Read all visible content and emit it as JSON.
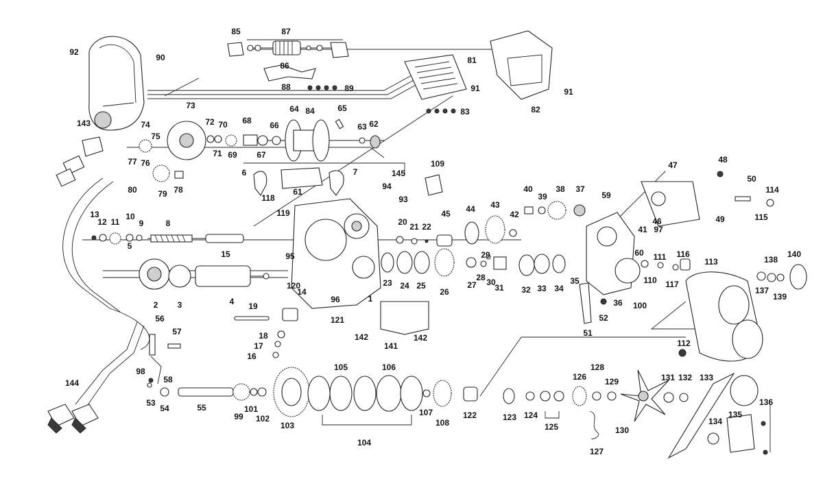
{
  "diagram": {
    "callouts": [
      {
        "id": "c1",
        "text": "1"
      },
      {
        "id": "c2",
        "text": "2"
      },
      {
        "id": "c3",
        "text": "3"
      },
      {
        "id": "c4",
        "text": "4"
      },
      {
        "id": "c5",
        "text": "5"
      },
      {
        "id": "c6",
        "text": "6"
      },
      {
        "id": "c7",
        "text": "7"
      },
      {
        "id": "c8",
        "text": "8"
      },
      {
        "id": "c9",
        "text": "9"
      },
      {
        "id": "c10",
        "text": "10"
      },
      {
        "id": "c11",
        "text": "11"
      },
      {
        "id": "c12",
        "text": "12"
      },
      {
        "id": "c13",
        "text": "13"
      },
      {
        "id": "c14",
        "text": "14"
      },
      {
        "id": "c15",
        "text": "15"
      },
      {
        "id": "c16",
        "text": "16"
      },
      {
        "id": "c17",
        "text": "17"
      },
      {
        "id": "c18",
        "text": "18"
      },
      {
        "id": "c19",
        "text": "19"
      },
      {
        "id": "c20",
        "text": "20"
      },
      {
        "id": "c21",
        "text": "21"
      },
      {
        "id": "c22",
        "text": "22"
      },
      {
        "id": "c23",
        "text": "23"
      },
      {
        "id": "c24",
        "text": "24"
      },
      {
        "id": "c25",
        "text": "25"
      },
      {
        "id": "c26",
        "text": "26"
      },
      {
        "id": "c27",
        "text": "27"
      },
      {
        "id": "c28",
        "text": "28"
      },
      {
        "id": "c29",
        "text": "29"
      },
      {
        "id": "c30",
        "text": "30"
      },
      {
        "id": "c31",
        "text": "31"
      },
      {
        "id": "c32",
        "text": "32"
      },
      {
        "id": "c33",
        "text": "33"
      },
      {
        "id": "c34",
        "text": "34"
      },
      {
        "id": "c35",
        "text": "35"
      },
      {
        "id": "c36",
        "text": "36"
      },
      {
        "id": "c37",
        "text": "37"
      },
      {
        "id": "c38",
        "text": "38"
      },
      {
        "id": "c39",
        "text": "39"
      },
      {
        "id": "c40",
        "text": "40"
      },
      {
        "id": "c41",
        "text": "41"
      },
      {
        "id": "c42",
        "text": "42"
      },
      {
        "id": "c43",
        "text": "43"
      },
      {
        "id": "c44",
        "text": "44"
      },
      {
        "id": "c45",
        "text": "45"
      },
      {
        "id": "c46",
        "text": "46"
      },
      {
        "id": "c47",
        "text": "47"
      },
      {
        "id": "c48",
        "text": "48"
      },
      {
        "id": "c49",
        "text": "49"
      },
      {
        "id": "c50",
        "text": "50"
      },
      {
        "id": "c51",
        "text": "51"
      },
      {
        "id": "c52",
        "text": "52"
      },
      {
        "id": "c53",
        "text": "53"
      },
      {
        "id": "c54",
        "text": "54"
      },
      {
        "id": "c55",
        "text": "55"
      },
      {
        "id": "c56",
        "text": "56"
      },
      {
        "id": "c57",
        "text": "57"
      },
      {
        "id": "c58",
        "text": "58"
      },
      {
        "id": "c59",
        "text": "59"
      },
      {
        "id": "c60",
        "text": "60"
      },
      {
        "id": "c61",
        "text": "61"
      },
      {
        "id": "c62",
        "text": "62"
      },
      {
        "id": "c63",
        "text": "63"
      },
      {
        "id": "c64",
        "text": "64"
      },
      {
        "id": "c65",
        "text": "65"
      },
      {
        "id": "c66",
        "text": "66"
      },
      {
        "id": "c67",
        "text": "67"
      },
      {
        "id": "c68",
        "text": "68"
      },
      {
        "id": "c69",
        "text": "69"
      },
      {
        "id": "c70",
        "text": "70"
      },
      {
        "id": "c71",
        "text": "71"
      },
      {
        "id": "c72",
        "text": "72"
      },
      {
        "id": "c73",
        "text": "73"
      },
      {
        "id": "c74",
        "text": "74"
      },
      {
        "id": "c75",
        "text": "75"
      },
      {
        "id": "c76",
        "text": "76"
      },
      {
        "id": "c77",
        "text": "77"
      },
      {
        "id": "c78",
        "text": "78"
      },
      {
        "id": "c79",
        "text": "79"
      },
      {
        "id": "c80",
        "text": "80"
      },
      {
        "id": "c81",
        "text": "81"
      },
      {
        "id": "c82",
        "text": "82"
      },
      {
        "id": "c83",
        "text": "83"
      },
      {
        "id": "c84",
        "text": "84"
      },
      {
        "id": "c85",
        "text": "85"
      },
      {
        "id": "c86",
        "text": "86"
      },
      {
        "id": "c87",
        "text": "87"
      },
      {
        "id": "c88",
        "text": "88"
      },
      {
        "id": "c89",
        "text": "89"
      },
      {
        "id": "c90",
        "text": "90"
      },
      {
        "id": "c91a",
        "text": "91"
      },
      {
        "id": "c91b",
        "text": "91"
      },
      {
        "id": "c92",
        "text": "92"
      },
      {
        "id": "c93",
        "text": "93"
      },
      {
        "id": "c94",
        "text": "94"
      },
      {
        "id": "c95",
        "text": "95"
      },
      {
        "id": "c96",
        "text": "96"
      },
      {
        "id": "c97",
        "text": "97"
      },
      {
        "id": "c98",
        "text": "98"
      },
      {
        "id": "c99",
        "text": "99"
      },
      {
        "id": "c100",
        "text": "100"
      },
      {
        "id": "c101",
        "text": "101"
      },
      {
        "id": "c102",
        "text": "102"
      },
      {
        "id": "c103",
        "text": "103"
      },
      {
        "id": "c104",
        "text": "104"
      },
      {
        "id": "c105",
        "text": "105"
      },
      {
        "id": "c106",
        "text": "106"
      },
      {
        "id": "c107",
        "text": "107"
      },
      {
        "id": "c108",
        "text": "108"
      },
      {
        "id": "c109",
        "text": "109"
      },
      {
        "id": "c110",
        "text": "110"
      },
      {
        "id": "c111",
        "text": "111"
      },
      {
        "id": "c112",
        "text": "112"
      },
      {
        "id": "c113",
        "text": "113"
      },
      {
        "id": "c114",
        "text": "114"
      },
      {
        "id": "c115",
        "text": "115"
      },
      {
        "id": "c116",
        "text": "116"
      },
      {
        "id": "c117",
        "text": "117"
      },
      {
        "id": "c118",
        "text": "118"
      },
      {
        "id": "c119",
        "text": "119"
      },
      {
        "id": "c120",
        "text": "120"
      },
      {
        "id": "c121",
        "text": "121"
      },
      {
        "id": "c122",
        "text": "122"
      },
      {
        "id": "c123",
        "text": "123"
      },
      {
        "id": "c124",
        "text": "124"
      },
      {
        "id": "c125",
        "text": "125"
      },
      {
        "id": "c126",
        "text": "126"
      },
      {
        "id": "c127",
        "text": "127"
      },
      {
        "id": "c128",
        "text": "128"
      },
      {
        "id": "c129",
        "text": "129"
      },
      {
        "id": "c130",
        "text": "130"
      },
      {
        "id": "c131",
        "text": "131"
      },
      {
        "id": "c132",
        "text": "132"
      },
      {
        "id": "c133",
        "text": "133"
      },
      {
        "id": "c134",
        "text": "134"
      },
      {
        "id": "c135",
        "text": "135"
      },
      {
        "id": "c136",
        "text": "136"
      },
      {
        "id": "c137",
        "text": "137"
      },
      {
        "id": "c138",
        "text": "138"
      },
      {
        "id": "c139",
        "text": "139"
      },
      {
        "id": "c140",
        "text": "140"
      },
      {
        "id": "c141",
        "text": "141"
      },
      {
        "id": "c142a",
        "text": "142"
      },
      {
        "id": "c142b",
        "text": "142"
      },
      {
        "id": "c143",
        "text": "143"
      },
      {
        "id": "c144",
        "text": "144"
      },
      {
        "id": "c145",
        "text": "145"
      }
    ]
  }
}
